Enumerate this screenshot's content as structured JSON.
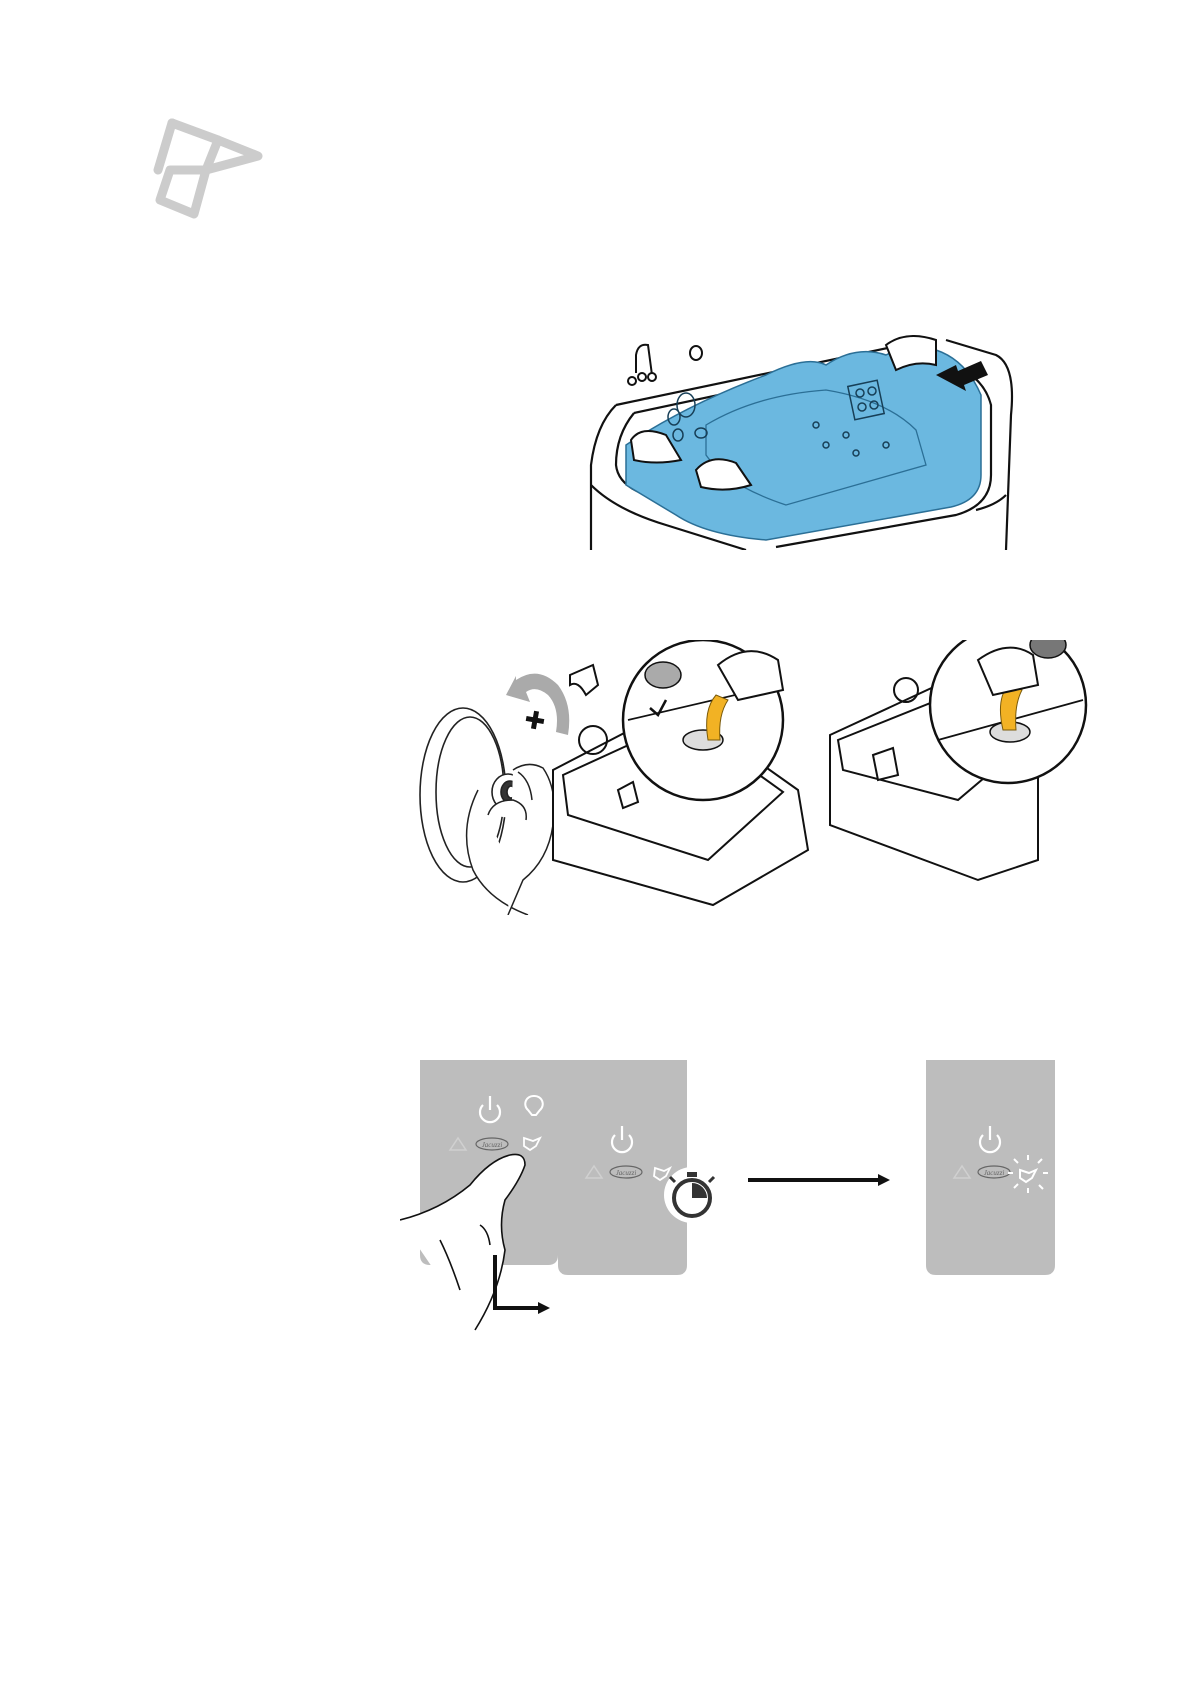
{
  "page": {
    "section_icon": "disinfection-icon",
    "figures": [
      {
        "id": "fill-tub",
        "icons": [
          "bathtub-icon",
          "water-fill",
          "arrow-left-icon"
        ]
      },
      {
        "id": "add-disinfectant",
        "icons": [
          "overflow-knob-icon",
          "hand-icon",
          "plus-icon",
          "rotate-arrow-icon",
          "disinfectant-bottle-icon",
          "drain-cap-icon"
        ]
      },
      {
        "id": "control-panel-sequence",
        "icons": [
          "power-icon",
          "light-icon",
          "warning-icon",
          "disinfection-icon",
          "stopwatch-icon",
          "finger-icon",
          "arrow-right-icon"
        ]
      }
    ],
    "panel": {
      "brand": "Jacuzzi"
    },
    "colors": {
      "water": "#6bb8e0",
      "disinfectant": "#f2b224",
      "panel": "#bdbdbd",
      "icon_gray": "#c8c8c8",
      "ink": "#111111"
    }
  }
}
